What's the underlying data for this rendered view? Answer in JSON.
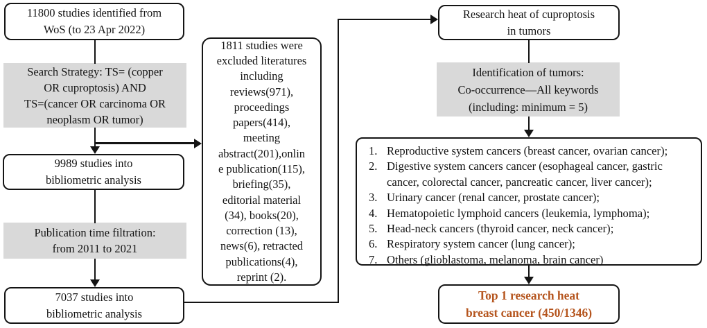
{
  "diagram": {
    "title": "Cuproptosis bibliometric study selection flowchart",
    "left_column": {
      "identified": "11800 studies identified from\nWoS (to 23 Apr 2022)",
      "search_strategy": "Search Strategy: TS= (copper\nOR cuproptosis) AND\nTS=(cancer OR carcinoma OR\nneoplasm OR tumor)",
      "bibliometric_9989": "9989 studies into\nbibliometric analysis",
      "time_filtration": "Publication time filtration:\nfrom 2011 to 2021",
      "bibliometric_7037": "7037 studies into\nbibliometric analysis"
    },
    "excluded": "1811 studies were\nexcluded literatures\nincluding\nreviews(971),\nproceedings\npapers(414),\nmeeting\nabstract(201),onlin\ne publication(115),\nbriefing(35),\neditorial material\n(34), books(20),\ncorrection (13),\nnews(6), retracted\npublications(4),\nreprint (2).",
    "right_column": {
      "research_heat": "Research heat of cuproptosis\nin tumors",
      "identification": "Identification of tumors:\nCo-occurrence—All keywords\n(including: minimum = 5)",
      "tumor_list": [
        {
          "num": "1.",
          "text": "Reproductive system cancers (breast cancer, ovarian cancer);"
        },
        {
          "num": "2.",
          "text": "Digestive system cancers cancer (esophageal cancer, gastric cancer, colorectal cancer, pancreatic cancer, liver cancer);"
        },
        {
          "num": "3.",
          "text": "Urinary cancer (renal cancer, prostate cancer);"
        },
        {
          "num": "4.",
          "text": "Hematopoietic lymphoid cancers (leukemia, lymphoma);"
        },
        {
          "num": "5.",
          "text": "Head-neck cancers (thyroid cancer, neck cancer);"
        },
        {
          "num": "6.",
          "text": "Respiratory system cancer (lung cancer);"
        },
        {
          "num": "7.",
          "text": "Others (glioblastoma, melanoma, brain cancer)"
        }
      ],
      "top_result": "Top 1 research heat\nbreast cancer (450/1346)"
    },
    "colors": {
      "highlight_text": "#b5551e",
      "gray_fill": "#d9d9d9",
      "line": "#141414",
      "background": "#ffffff"
    }
  }
}
